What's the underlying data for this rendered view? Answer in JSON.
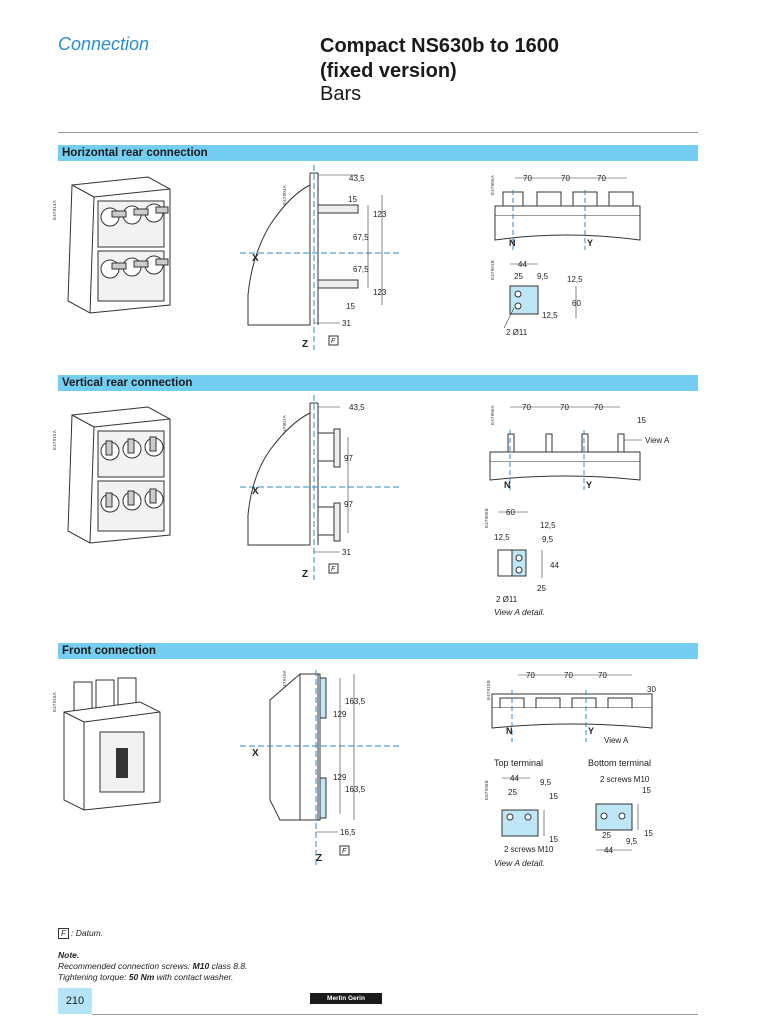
{
  "header": {
    "section": "Connection",
    "title_line1": "Compact NS630b to 1600",
    "title_line2": "(fixed version)",
    "subtitle": "Bars"
  },
  "sections": {
    "horizontal": {
      "title": "Horizontal rear connection",
      "codes": [
        "E47914A",
        "E47904A",
        "E47905A",
        "E47901B"
      ],
      "dims": {
        "d43": "43,5",
        "d15a": "15",
        "d123a": "123",
        "d67a": "67,5",
        "d67b": "67,5",
        "d15b": "15",
        "d123b": "123",
        "d31": "31",
        "p70a": "70",
        "p70b": "70",
        "p70c": "70",
        "d44": "44",
        "d25": "25",
        "d95": "9,5",
        "d125a": "12,5",
        "d60": "60",
        "d125b": "12,5",
        "holes": "2 Ø11"
      },
      "axes": {
        "x": "X",
        "z": "Z",
        "n": "N",
        "y": "Y"
      }
    },
    "vertical": {
      "title": "Vertical rear connection",
      "codes": [
        "E47915A",
        "E47907A",
        "E47906A",
        "E47905B"
      ],
      "dims": {
        "d43": "43,5",
        "d97a": "97",
        "d97b": "97",
        "d31": "31",
        "p70a": "70",
        "p70b": "70",
        "p70c": "70",
        "d15": "15",
        "viewa": "View A",
        "d60": "60",
        "d125a": "12,5",
        "d125b": "12,5",
        "d95": "9,5",
        "d44": "44",
        "d25": "25",
        "holes": "2 Ø11"
      },
      "axes": {
        "x": "X",
        "z": "Z",
        "n": "N",
        "y": "Y"
      },
      "caption": "View A detail."
    },
    "front": {
      "title": "Front connection",
      "codes": [
        "E47916A",
        "E47910A",
        "E47915B",
        "E67936B"
      ],
      "dims": {
        "d1635a": "163,5",
        "d129a": "129",
        "d129b": "129",
        "d1635b": "163,5",
        "d165": "16,5",
        "p70a": "70",
        "p70b": "70",
        "p70c": "70",
        "d30": "30",
        "viewa": "View A",
        "t44": "44",
        "t95": "9,5",
        "t25": "25",
        "t15a": "15",
        "t15b": "15",
        "tscrews": "2 screws M10",
        "b_screws": "2 screws M10",
        "b15a": "15",
        "b25": "25",
        "b15b": "15",
        "b95": "9,5",
        "b44": "44"
      },
      "axes": {
        "x": "X",
        "z": "Z",
        "n": "N",
        "y": "Y"
      },
      "top_terminal": "Top terminal",
      "bottom_terminal": "Bottom terminal",
      "caption": "View A detail."
    }
  },
  "datum": {
    "symbol": "F",
    "label": ": Datum."
  },
  "note": {
    "title": "Note.",
    "line1_pre": "Recommended connection screws: ",
    "line1_bold": "M10",
    "line1_post": " class 8.8.",
    "line2_pre": "Tightening torque: ",
    "line2_bold": "50 Nm",
    "line2_post": " with contact washer."
  },
  "footer": {
    "page": "210",
    "brand": "Merlin Gerin"
  }
}
